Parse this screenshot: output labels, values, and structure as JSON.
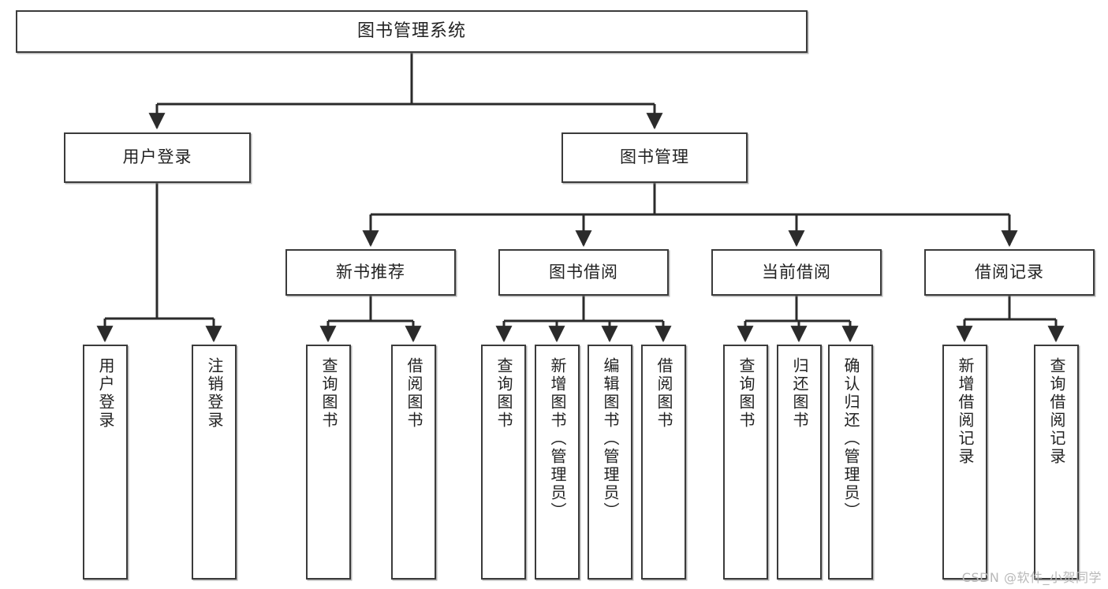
{
  "diagram": {
    "type": "tree",
    "title": "图书管理系统",
    "watermark": "CSDN @软件_小贺同学",
    "colors": {
      "box_border": "#3b3b3b",
      "box_fill": "#ffffff",
      "edge": "#2b2b2b",
      "background": "#ffffff",
      "watermark": "#b9b9b9"
    },
    "nodes": {
      "root": {
        "label": "图书管理系统"
      },
      "level2": [
        {
          "label": "用户登录"
        },
        {
          "label": "图书管理"
        }
      ],
      "level3": [
        {
          "label": "新书推荐"
        },
        {
          "label": "图书借阅"
        },
        {
          "label": "当前借阅"
        },
        {
          "label": "借阅记录"
        }
      ],
      "leaves": [
        {
          "label": "用户登录"
        },
        {
          "label": "注销登录"
        },
        {
          "label": "查询图书"
        },
        {
          "label": "借阅图书"
        },
        {
          "label": "查询图书"
        },
        {
          "label": "新增图书（管理员）"
        },
        {
          "label": "编辑图书（管理员）"
        },
        {
          "label": "借阅图书"
        },
        {
          "label": "查询图书"
        },
        {
          "label": "归还图书"
        },
        {
          "label": "确认归还（管理员）"
        },
        {
          "label": "新增借阅记录"
        },
        {
          "label": "查询借阅记录"
        }
      ]
    }
  }
}
